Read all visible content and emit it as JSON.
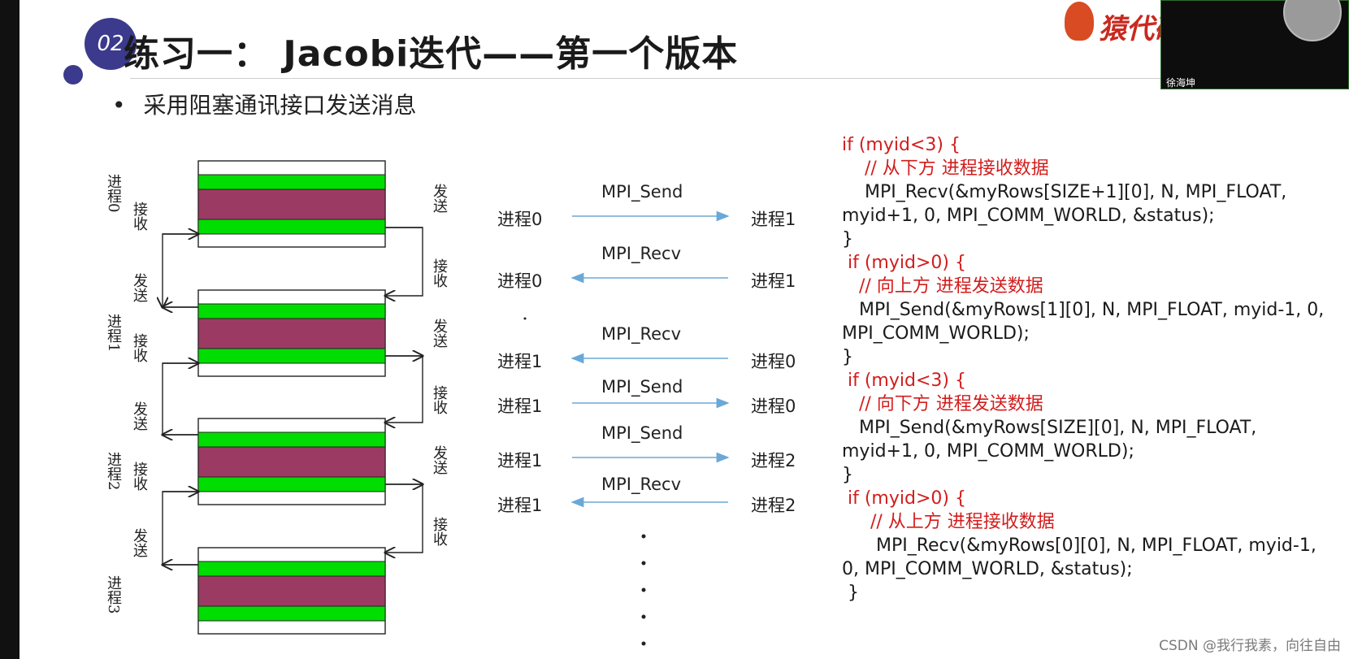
{
  "slide": {
    "badge": "02",
    "title": "练习一： Jacobi迭代——第一个版本",
    "bullet": "采用阻塞通讯接口发送消息"
  },
  "logo": {
    "text": "猿代码"
  },
  "webcam": {
    "name": "徐海坤"
  },
  "diagram": {
    "processes": [
      "进程0",
      "进程1",
      "进程2",
      "进程3"
    ],
    "recv_label": "接收",
    "send_label": "发送"
  },
  "messages": [
    {
      "op": "MPI_Send",
      "from": "进程0",
      "to": "进程1",
      "dir": "right"
    },
    {
      "op": "MPI_Recv",
      "from": "进程0",
      "to": "进程1",
      "dir": "left"
    },
    {
      "op": "MPI_Recv",
      "from": "进程1",
      "to": "进程0",
      "dir": "left"
    },
    {
      "op": "MPI_Send",
      "from": "进程1",
      "to": "进程0",
      "dir": "right"
    },
    {
      "op": "MPI_Send",
      "from": "进程1",
      "to": "进程2",
      "dir": "right"
    },
    {
      "op": "MPI_Recv",
      "from": "进程1",
      "to": "进程2",
      "dir": "left"
    }
  ],
  "code": {
    "blocks": [
      {
        "cond": "if (myid<3) {",
        "comment": "// 从下方 进程接收数据",
        "call1": "MPI_Recv(&myRows[SIZE+1][0], N, MPI_FLOAT,",
        "call2": "myid+1, 0, MPI_COMM_WORLD, &status);",
        "close": "}"
      },
      {
        "cond": "if (myid>0) {",
        "comment": "// 向上方 进程发送数据",
        "call1": "MPI_Send(&myRows[1][0], N, MPI_FLOAT, myid-1, 0,",
        "call2": "MPI_COMM_WORLD);",
        "close": "}"
      },
      {
        "cond": "if (myid<3) {",
        "comment": "// 向下方 进程发送数据",
        "call1": "MPI_Send(&myRows[SIZE][0], N, MPI_FLOAT,",
        "call2": "myid+1, 0, MPI_COMM_WORLD);",
        "close": "}"
      },
      {
        "cond": "if (myid>0) {",
        "comment": "// 从上方 进程接收数据",
        "call1": "MPI_Recv(&myRows[0][0], N, MPI_FLOAT, myid-1,",
        "call2": "0, MPI_COMM_WORLD, &status);",
        "close": "}"
      }
    ]
  },
  "watermark": "CSDN @我行我素，向往自由",
  "colors": {
    "accent": "#3c3a8c",
    "green": "#00dd00",
    "maroon": "#9b3b63",
    "code_red": "#d21d1d",
    "arrow_blue": "#6aa8d8"
  }
}
